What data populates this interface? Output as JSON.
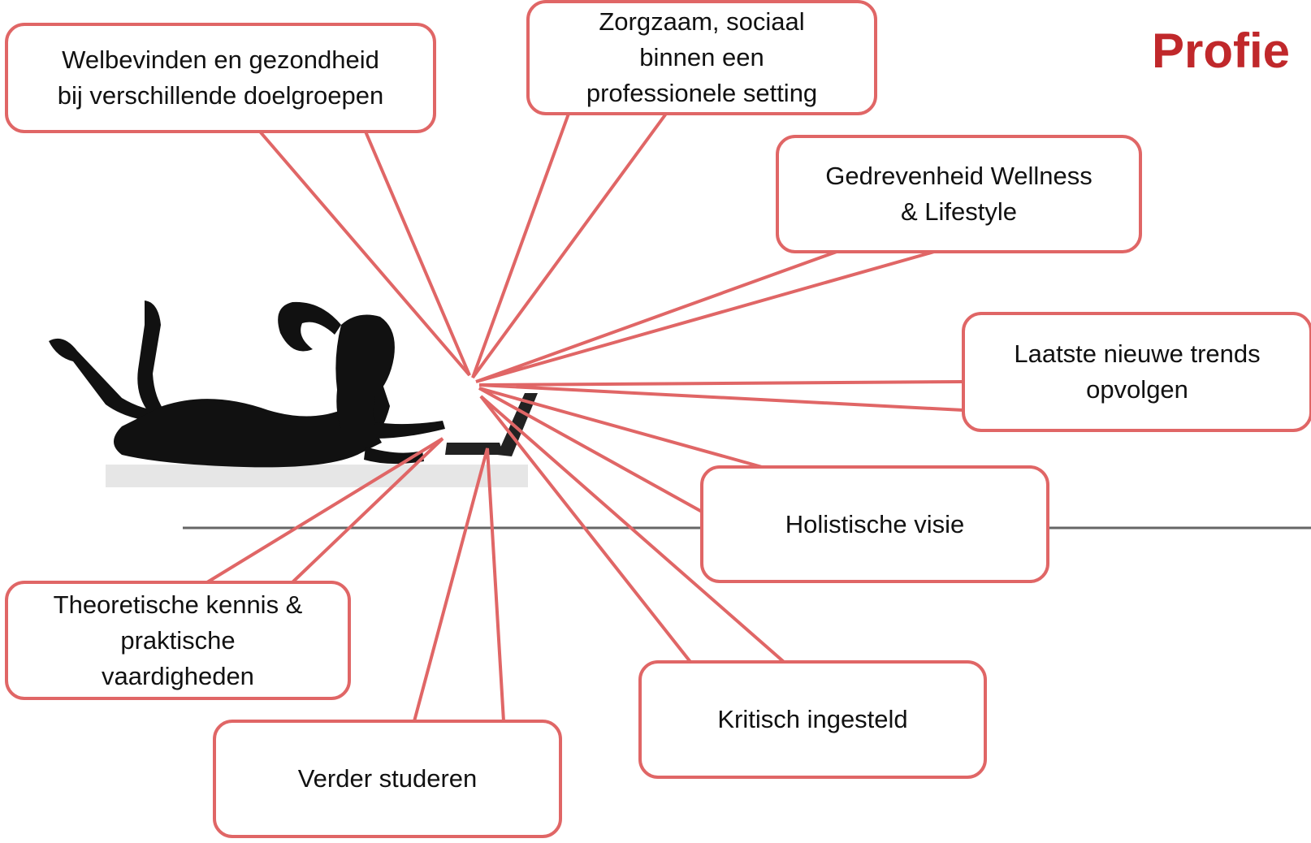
{
  "title": "Profie",
  "colors": {
    "callout_border": "#e06666",
    "callout_fill": "#ffffff",
    "title": "#c0282b",
    "divider": "#666666",
    "silhouette": "#111111"
  },
  "illustration": "woman-with-laptop-silhouette",
  "callouts": [
    {
      "id": "welbevinden",
      "text": "Welbevinden en gezondheid\nbij verschillende doelgroepen"
    },
    {
      "id": "zorgzaam",
      "text": "Zorgzaam, sociaal\nbinnen een\nprofessionele setting"
    },
    {
      "id": "gedrevenheid",
      "text": "Gedrevenheid Wellness\n& Lifestyle"
    },
    {
      "id": "trends",
      "text": "Laatste nieuwe trends\nopvolgen"
    },
    {
      "id": "holistisch",
      "text": "Holistische visie"
    },
    {
      "id": "kritisch",
      "text": "Kritisch ingesteld"
    },
    {
      "id": "verder",
      "text": "Verder studeren"
    },
    {
      "id": "theoretisch",
      "text": "Theoretische kennis &\npraktische\nvaardigheden"
    }
  ]
}
